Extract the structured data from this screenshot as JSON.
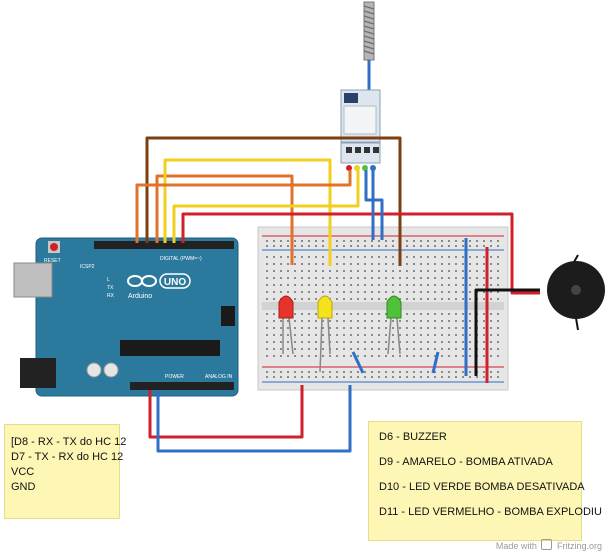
{
  "arduino": {
    "reset_label": "RESET",
    "icsp2_label": "ICSP2",
    "brand": "Arduino",
    "model": "UNO",
    "digital_label": "DIGITAL (PWM=~)",
    "power_label": "POWER",
    "analog_label": "ANALOG IN",
    "tx_label": "TX",
    "rx_label": "RX",
    "l_label": "L"
  },
  "notes": {
    "left": {
      "lines": [
        "[D8 - RX - TX do HC 12",
        "D7 - TX - RX do HC 12",
        "VCC",
        "GND"
      ]
    },
    "right": {
      "lines": [
        "D6 - BUZZER",
        "D9 - AMARELO - BOMBA  ATIVADA",
        "D10 - LED VERDE BOMBA DESATIVADA",
        "D11 - LED VERMELHO - BOMBA EXPLODIU"
      ]
    }
  },
  "footer": {
    "made_with": "Made with",
    "brand": "Fritzing.org"
  },
  "colors": {
    "arduino_board": "#2b7a9e",
    "breadboard": "#e6e6e6",
    "wire_brown": "#7b3f12",
    "wire_orange": "#e0722a",
    "wire_yellow": "#f2cf1e",
    "wire_red": "#d0202a",
    "wire_blue": "#2f6fc4",
    "wire_black": "#111111",
    "led_red": "#e8322c",
    "led_yellow": "#f4e21c",
    "led_green": "#4fc23a",
    "note_bg": "#fdf6b5"
  }
}
